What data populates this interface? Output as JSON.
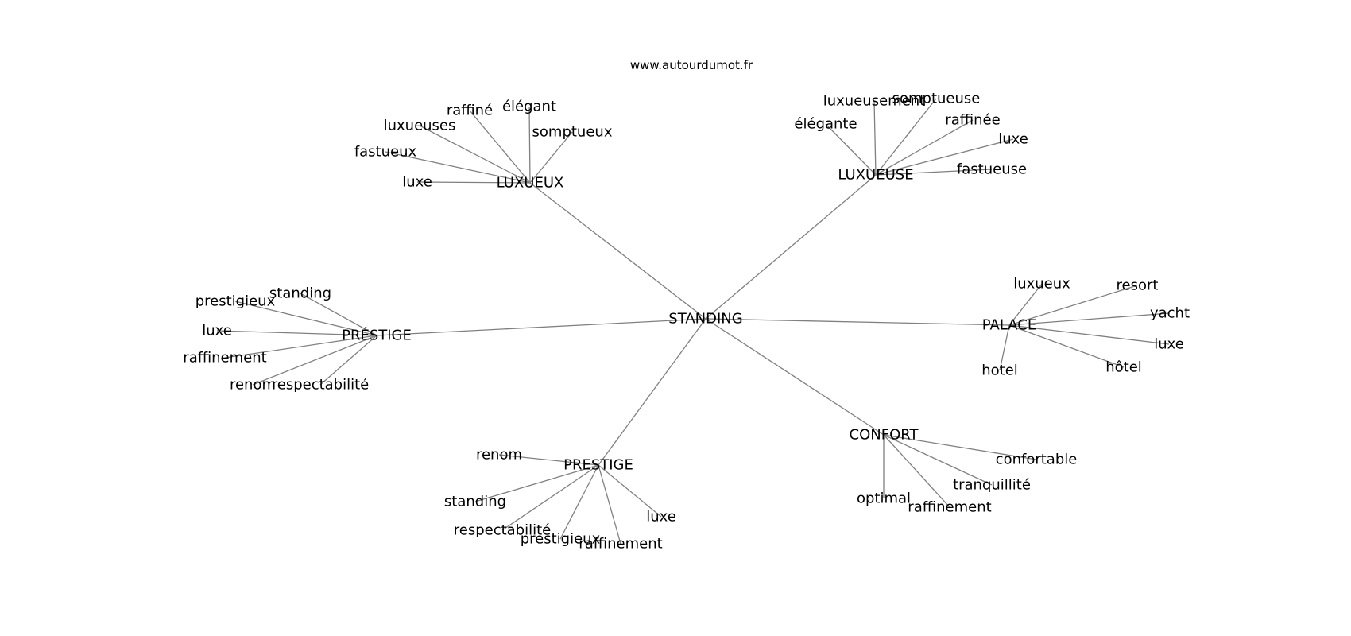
{
  "watermark": "www.autourdumot.fr",
  "colors": {
    "edge": "#808080",
    "text": "#000000",
    "background": "#ffffff"
  },
  "graph": {
    "root": "STANDING",
    "clusters": [
      {
        "hub": "LUXUEUX",
        "leaves": [
          "luxe",
          "fastueux",
          "luxueuses",
          "raffiné",
          "élégant",
          "somptueux"
        ]
      },
      {
        "hub": "LUXUEUSE",
        "leaves": [
          "élégante",
          "luxueusement",
          "somptueuse",
          "raffinée",
          "luxe",
          "fastueuse"
        ]
      },
      {
        "hub": "PRÉSTIGE",
        "leaves": [
          "standing",
          "prestigieux",
          "luxe",
          "raffinement",
          "renom",
          "respectabilité"
        ]
      },
      {
        "hub": "PALACE",
        "leaves": [
          "luxueux",
          "resort",
          "yacht",
          "luxe",
          "hôtel",
          "hotel"
        ]
      },
      {
        "hub": "PRESTIGE",
        "leaves": [
          "renom",
          "standing",
          "respectabilité",
          "prestigieux",
          "raffinement",
          "luxe"
        ]
      },
      {
        "hub": "CONFORT",
        "leaves": [
          "confortable",
          "tranquillité",
          "raffinement",
          "optimal"
        ]
      }
    ]
  }
}
